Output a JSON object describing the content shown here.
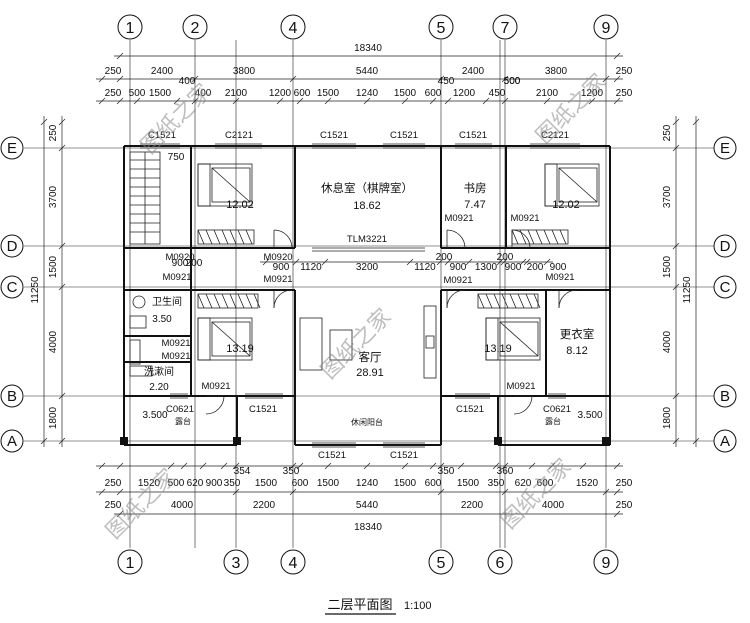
{
  "axes": {
    "top": [
      "1",
      "2",
      "4",
      "5",
      "7",
      "9"
    ],
    "bottom": [
      "1",
      "3",
      "4",
      "5",
      "6",
      "9"
    ],
    "rows": [
      "E",
      "D",
      "C",
      "B",
      "A"
    ]
  },
  "dims": {
    "total": "18340",
    "top_row1": [
      "250",
      "2400",
      "3800",
      "5440",
      "2400",
      "3800",
      "250"
    ],
    "top_row1_small": [
      "400",
      "450",
      "500"
    ],
    "top_row2": [
      "250",
      "500",
      "1500",
      "400",
      "2100",
      "1200",
      "600",
      "1500",
      "1240",
      "1500",
      "600",
      "1200",
      "450",
      "500",
      "2100",
      "1200",
      "250"
    ],
    "bottom_row1": [
      "250",
      "1520",
      "500",
      "620",
      "900",
      "350",
      "1500",
      "600",
      "1500",
      "1240",
      "1500",
      "600",
      "1500",
      "350",
      "620",
      "600",
      "1520",
      "250"
    ],
    "bottom_row1_small": [
      "354",
      "350",
      "350",
      "360"
    ],
    "bottom_row2": [
      "250",
      "4000",
      "2200",
      "5440",
      "2200",
      "4000",
      "250"
    ],
    "left": [
      "250",
      "3700",
      "1500",
      "4000",
      "1800"
    ],
    "left_total": "11250",
    "right": [
      "250",
      "3700",
      "1500",
      "4000",
      "1800"
    ],
    "right_total": "11250",
    "mid_row": [
      "900",
      "1120",
      "3200",
      "1120",
      "900",
      "1300",
      "200",
      "900",
      "200",
      "200"
    ]
  },
  "rooms": {
    "lounge_name": "休息室（棋牌室）",
    "lounge_area": "18.62",
    "study_name": "书房",
    "study_area": "7.47",
    "bed1_area": "12.02",
    "bed2_area": "12.02",
    "bath_name": "卫生间",
    "bath_area": "3.50",
    "wash_name": "洗漱间",
    "wash_area": "2.20",
    "bed3_area": "13.19",
    "living_name": "客厅",
    "living_area": "28.91",
    "bed4_area": "13.19",
    "closet_name": "更衣室",
    "closet_area": "8.12",
    "leisure_balcony": "休闲阳台",
    "terrace": "露台",
    "elev_left": "3.500",
    "elev_right": "3.500"
  },
  "doors": {
    "c1521": "C1521",
    "c2121": "C2121",
    "c0621": "C0621",
    "m0921": "M0921",
    "m0920": "M0920",
    "tlm": "TLM3221"
  },
  "dim_small": {
    "d750": "750",
    "d900": "900",
    "d200": "200"
  },
  "title": {
    "name": "二层平面图",
    "scale": "1:100"
  },
  "watermark": "图纸之家"
}
